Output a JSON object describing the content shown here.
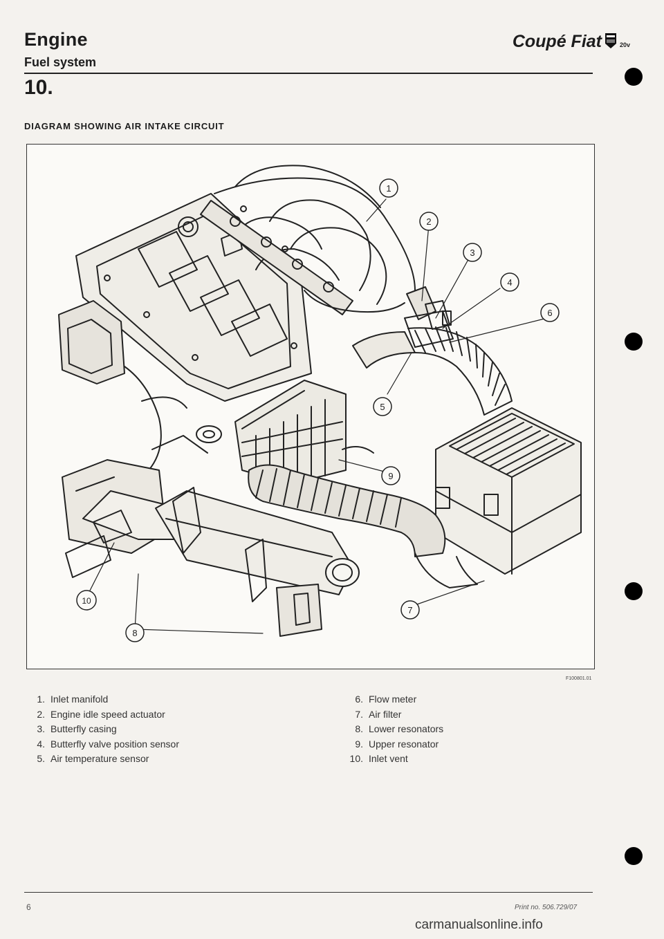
{
  "header": {
    "section": "Engine",
    "subsection": "Fuel system",
    "brand": "Coupé Fiat",
    "brand_variant": "20v",
    "item_number": "10."
  },
  "figure": {
    "caption": "DIAGRAM SHOWING AIR INTAKE CIRCUIT",
    "code": "F100801.01",
    "callouts": [
      "1",
      "2",
      "3",
      "4",
      "5",
      "6",
      "7",
      "8",
      "9",
      "10"
    ]
  },
  "legend": {
    "left": [
      {
        "num": "1.",
        "text": "Inlet manifold"
      },
      {
        "num": "2.",
        "text": "Engine idle speed actuator"
      },
      {
        "num": "3.",
        "text": "Butterfly casing"
      },
      {
        "num": "4.",
        "text": "Butterfly valve position sensor"
      },
      {
        "num": "5.",
        "text": "Air temperature sensor"
      }
    ],
    "right": [
      {
        "num": "6.",
        "text": "Flow meter"
      },
      {
        "num": "7.",
        "text": "Air filter"
      },
      {
        "num": "8.",
        "text": "Lower resonators"
      },
      {
        "num": "9.",
        "text": "Upper resonator"
      },
      {
        "num": "10.",
        "text": "Inlet vent"
      }
    ]
  },
  "footer": {
    "page_number": "6",
    "print_number": "Print no. 506.729/07",
    "watermark": "carmanualsonline.info"
  }
}
